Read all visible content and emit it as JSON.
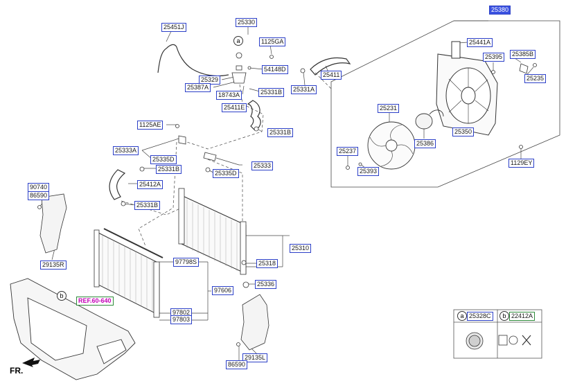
{
  "callouts": {
    "c25380": "25380",
    "c25451J": "25451J",
    "c25330": "25330",
    "c1125GA": "1125GA",
    "c54148D": "54148D",
    "c25329": "25329",
    "c25387A": "25387A",
    "c18743A": "18743A",
    "c25331B_1": "25331B",
    "c25411E": "25411E",
    "c25331B_2": "25331B",
    "c25331A": "25331A",
    "c25411": "25411",
    "c1125AE": "1125AE",
    "c25333A": "25333A",
    "c25335D_1": "25335D",
    "c25331B_3": "25331B",
    "c25412A": "25412A",
    "c25331B_4": "25331B",
    "c25333": "25333",
    "c25335D_2": "25335D",
    "c90740": "90740",
    "c86590_1": "86590",
    "c29135R": "29135R",
    "c97798S": "97798S",
    "c97606": "97606",
    "c97802": "97802",
    "c97803": "97803",
    "c25310": "25310",
    "c25318": "25318",
    "c25336": "25336",
    "c29135L": "29135L",
    "c86590_2": "86590",
    "c25441A": "25441A",
    "c25395": "25395",
    "c25385B": "25385B",
    "c25235": "25235",
    "c25231": "25231",
    "c25350": "25350",
    "c25386": "25386",
    "c25237": "25237",
    "c25393": "25393",
    "c1129EY": "1129EY"
  },
  "reference": "REF.60-640",
  "front_marker": "FR.",
  "markers": {
    "a": "a",
    "b": "b"
  },
  "legend": {
    "a_code": "25328C",
    "b_code": "22412A",
    "a_letter": "a",
    "b_letter": "b"
  }
}
